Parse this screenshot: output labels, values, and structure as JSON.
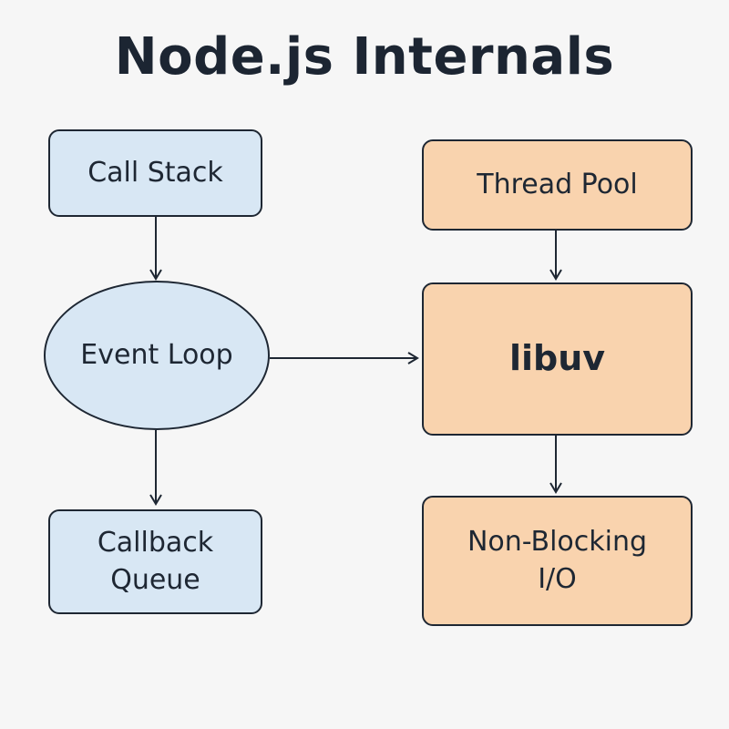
{
  "title": "Node.js Internals",
  "nodes": {
    "call_stack": "Call Stack",
    "event_loop": "Event Loop",
    "callback_queue": "Callback\nQueue",
    "thread_pool": "Thread Pool",
    "libuv": "libuv",
    "non_blocking_io": "Non-Blocking\nI/O"
  },
  "colors": {
    "blue_fill": "#d8e7f4",
    "orange_fill": "#f9d3ae",
    "stroke": "#1e2733",
    "background": "#f6f6f6"
  },
  "edges": [
    {
      "from": "Call Stack",
      "to": "Event Loop"
    },
    {
      "from": "Event Loop",
      "to": "Callback Queue"
    },
    {
      "from": "Event Loop",
      "to": "libuv"
    },
    {
      "from": "Thread Pool",
      "to": "libuv"
    },
    {
      "from": "libuv",
      "to": "Non-Blocking I/O"
    }
  ]
}
